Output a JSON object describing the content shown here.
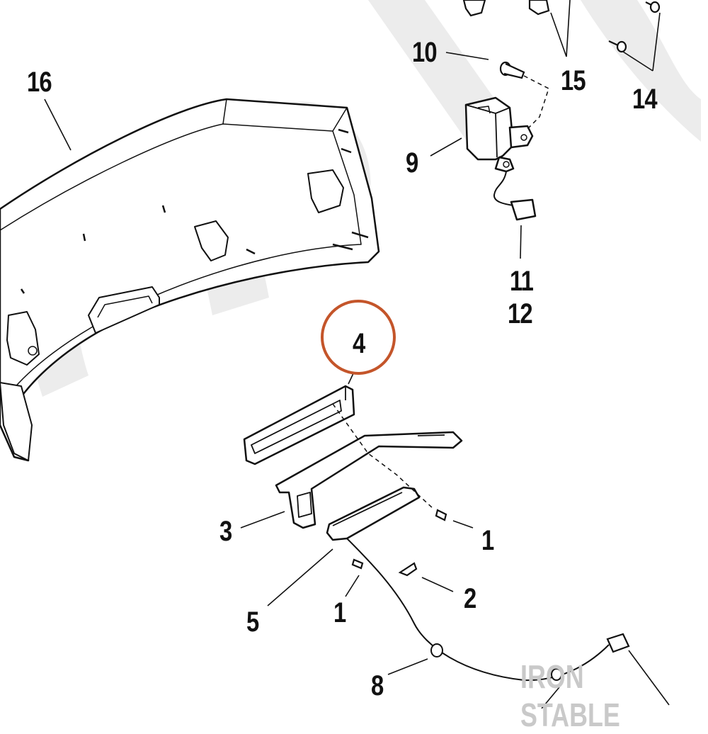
{
  "callouts": {
    "c16": "16",
    "c10": "10",
    "c15": "15",
    "c14": "14",
    "c9": "9",
    "c11": "11",
    "c12": "12",
    "c4": "4",
    "c3": "3",
    "c1a": "1",
    "c1b": "1",
    "c2": "2",
    "c5": "5",
    "c8": "8"
  },
  "watermark": {
    "brand": "IRON STABLE"
  },
  "highlight": {
    "callout": "4",
    "color": "#c4552a"
  }
}
